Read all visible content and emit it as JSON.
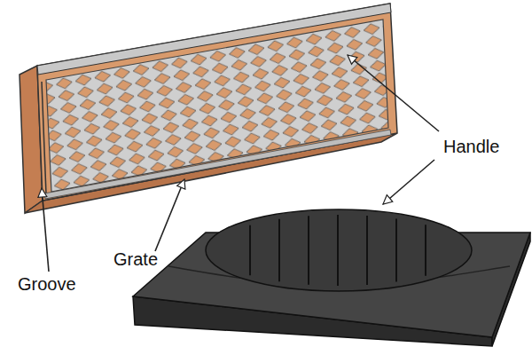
{
  "diagram": {
    "labels": [
      "Handle",
      "Grate",
      "Groove"
    ]
  }
}
